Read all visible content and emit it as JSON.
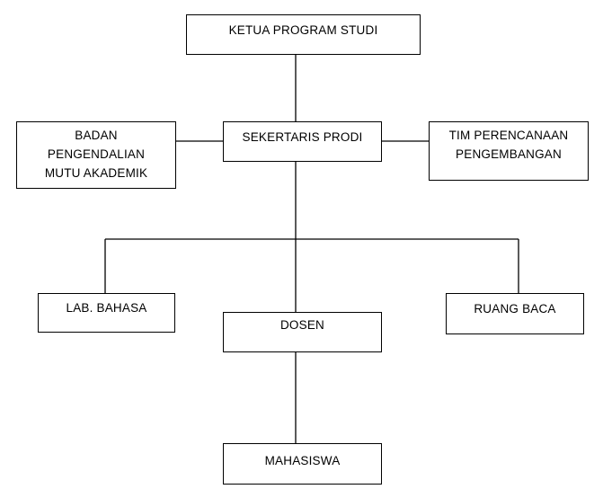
{
  "org_chart": {
    "units": {
      "ketua": "KETUA PROGRAM STUDI",
      "sekertaris": "SEKERTARIS PRODI",
      "badan": "BADAN\nPENGENDALIAN\nMUTU AKADEMIK",
      "tim": "TIM PERENCANAAN\nPENGEMBANGAN",
      "lab": "LAB. BAHASA",
      "dosen": "DOSEN",
      "ruang": "RUANG BACA",
      "mahasiswa": "MAHASISWA"
    },
    "relations": [
      {
        "from": "ketua",
        "to": "sekertaris"
      },
      {
        "from": "sekertaris",
        "to": "badan"
      },
      {
        "from": "sekertaris",
        "to": "tim"
      },
      {
        "from": "sekertaris",
        "to": "lab"
      },
      {
        "from": "sekertaris",
        "to": "dosen"
      },
      {
        "from": "sekertaris",
        "to": "ruang"
      },
      {
        "from": "dosen",
        "to": "mahasiswa"
      }
    ]
  }
}
